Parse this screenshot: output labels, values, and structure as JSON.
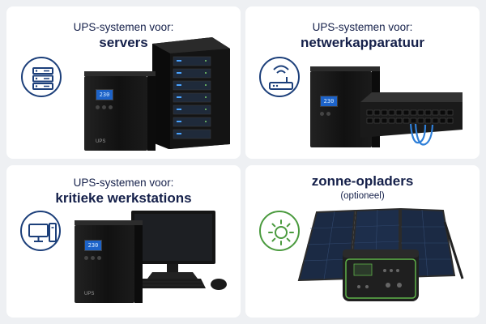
{
  "cards": [
    {
      "line1": "UPS-systemen voor:",
      "line2": "servers",
      "icon": "server-rack-icon"
    },
    {
      "line1": "UPS-systemen voor:",
      "line2": "netwerkapparatuur",
      "icon": "wifi-router-icon"
    },
    {
      "line1": "UPS-systemen voor:",
      "line2": "kritieke werkstations",
      "icon": "desktop-computer-icon"
    },
    {
      "line1": "zonne-opladers",
      "line2": "(optioneel)",
      "icon": "sun-icon"
    }
  ],
  "ups_label": "UPS",
  "lcd_text": "230",
  "colors": {
    "title": "#15204a",
    "icon_blue": "#1c3f7a",
    "icon_green": "#4a9a3e",
    "background": "#eef0f3"
  }
}
